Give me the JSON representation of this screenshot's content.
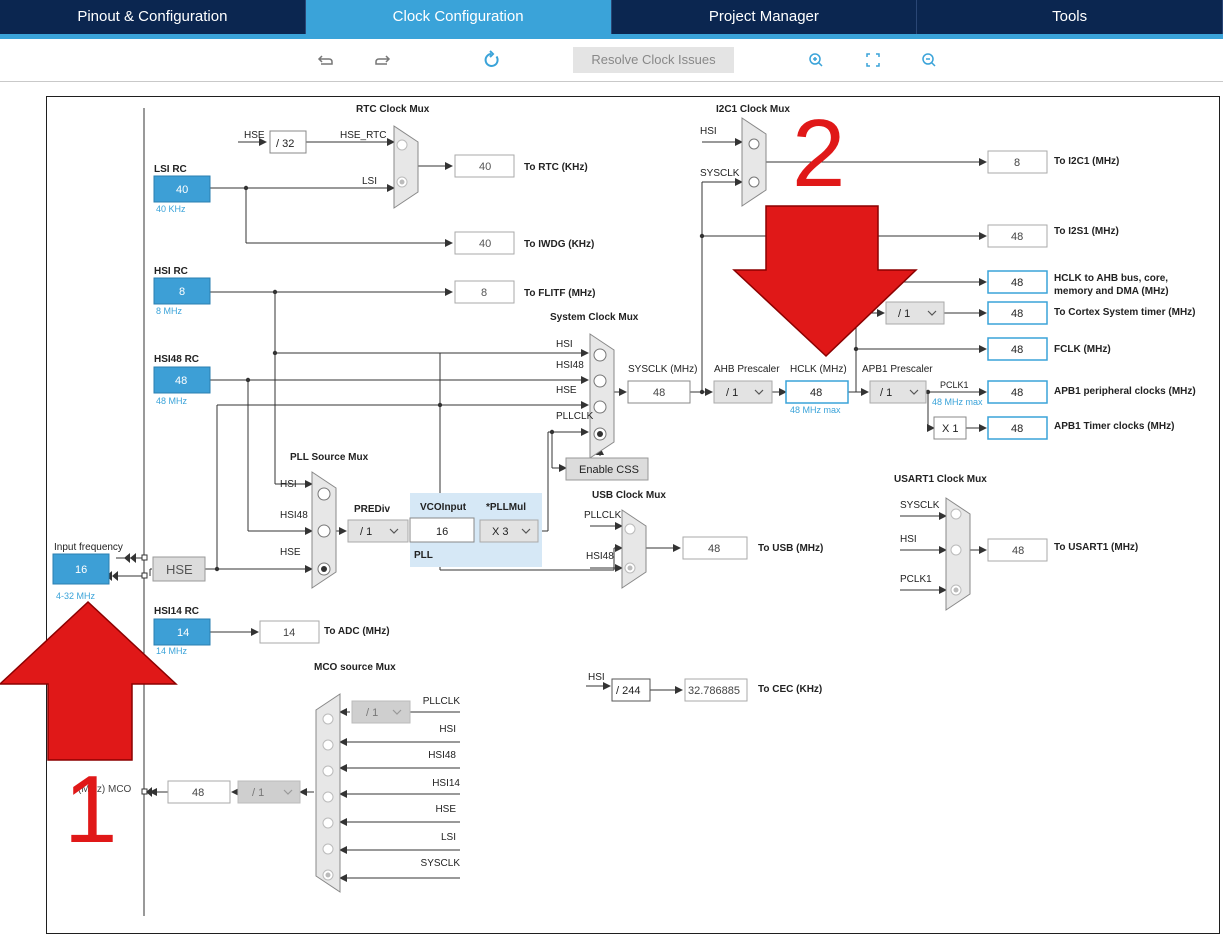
{
  "tabs": [
    {
      "label": "Pinout & Configuration",
      "active": false
    },
    {
      "label": "Clock Configuration",
      "active": true
    },
    {
      "label": "Project Manager",
      "active": false
    },
    {
      "label": "Tools",
      "active": false
    }
  ],
  "toolbar": {
    "undo_icon": "undo-icon",
    "redo_icon": "redo-icon",
    "refresh_icon": "refresh-icon",
    "resolve_label": "Resolve Clock Issues",
    "zoom_in_icon": "zoom-in-icon",
    "fit_icon": "fit-icon",
    "zoom_out_icon": "zoom-out-icon"
  },
  "colors": {
    "accent": "#3aa3d9",
    "source_block": "#3d9fd6",
    "pll_bg": "#d6e8f6",
    "annotation": "#e01818",
    "tab_bar": "#0b2650"
  },
  "annotations": {
    "n1": "1",
    "n2": "2"
  },
  "rtc": {
    "mux_title": "RTC Clock Mux",
    "hse": "HSE",
    "div": "/ 32",
    "hse_rtc": "HSE_RTC",
    "lsi": "LSI",
    "value": "40",
    "label": "To RTC (KHz)"
  },
  "lsi": {
    "title": "LSI RC",
    "value": "40",
    "freq": "40 KHz"
  },
  "iwdg": {
    "value": "40",
    "label": "To IWDG (KHz)"
  },
  "hsi": {
    "title": "HSI RC",
    "value": "8",
    "freq": "8 MHz"
  },
  "flitf": {
    "value": "8",
    "label": "To FLITF (MHz)"
  },
  "hsi48": {
    "title": "HSI48 RC",
    "value": "48",
    "freq": "48 MHz"
  },
  "sysmux": {
    "title": "System Clock Mux",
    "inputs": [
      "HSI",
      "HSI48",
      "HSE",
      "PLLCLK"
    ],
    "enable_css": "Enable CSS"
  },
  "sysclk": {
    "label": "SYSCLK (MHz)",
    "value": "48"
  },
  "ahb": {
    "label": "AHB Prescaler",
    "value": "/ 1"
  },
  "hclk": {
    "label": "HCLK (MHz)",
    "value": "48",
    "max": "48 MHz max"
  },
  "apb1": {
    "label": "APB1 Prescaler",
    "value": "/ 1",
    "pclk1": "PCLK1",
    "max": "48 MHz max",
    "x1": "X 1"
  },
  "i2c1": {
    "mux_title": "I2C1 Clock Mux",
    "in1": "HSI",
    "in2": "SYSCLK",
    "value": "8",
    "label": "To I2C1 (MHz)"
  },
  "outputs": [
    {
      "value": "48",
      "label": "To I2S1 (MHz)"
    },
    {
      "value": "48",
      "label": "HCLK to AHB bus, core,",
      "label2": "memory and DMA (MHz)"
    },
    {
      "div": "/ 1",
      "value": "48",
      "label": "To Cortex System timer (MHz)"
    },
    {
      "value": "48",
      "label": "FCLK (MHz)"
    },
    {
      "value": "48",
      "label": "APB1 peripheral clocks (MHz)"
    },
    {
      "value": "48",
      "label": "APB1 Timer clocks (MHz)"
    }
  ],
  "pll": {
    "mux_title": "PLL Source Mux",
    "inputs": [
      "HSI",
      "HSI48",
      "HSE"
    ],
    "prediv_label": "PREDiv",
    "prediv": "/ 1",
    "vco_label": "VCOInput",
    "vco": "16",
    "mul_label": "*PLLMul",
    "mul": "X 3",
    "title": "PLL"
  },
  "usb": {
    "mux_title": "USB Clock Mux",
    "in1": "PLLCLK",
    "in2": "HSI48",
    "value": "48",
    "label": "To USB (MHz)"
  },
  "usart1": {
    "mux_title": "USART1 Clock Mux",
    "inputs": [
      "SYSCLK",
      "HSI",
      "PCLK1"
    ],
    "value": "48",
    "label": "To USART1 (MHz)"
  },
  "input": {
    "label": "Input frequency",
    "value": "16",
    "range": "4-32 MHz",
    "hse": "HSE"
  },
  "hsi14": {
    "title": "HSI14 RC",
    "value": "14",
    "freq": "14 MHz",
    "adc_value": "14",
    "adc_label": "To ADC (MHz)"
  },
  "cec": {
    "hsi": "HSI",
    "div": "/ 244",
    "value": "32.786885",
    "label": "To CEC (KHz)"
  },
  "mco": {
    "mux_title": "MCO source Mux",
    "div": "/ 1",
    "pre_div": "/ 1",
    "value": "48",
    "label": "(MHz) MCO",
    "inputs": [
      "PLLCLK",
      "HSI",
      "HSI48",
      "HSI14",
      "HSE",
      "LSI",
      "SYSCLK"
    ]
  }
}
